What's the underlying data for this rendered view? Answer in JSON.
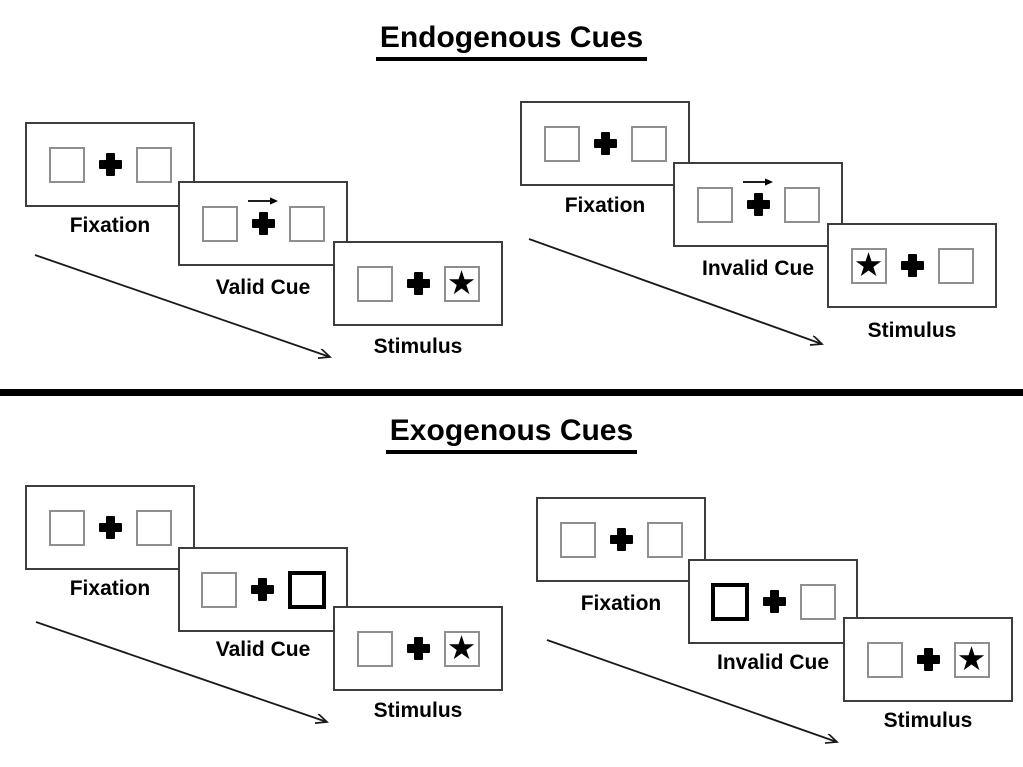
{
  "sections": [
    {
      "title": "Endogenous Cues",
      "sequences": [
        {
          "type": "valid",
          "panels": [
            {
              "label": "Fixation"
            },
            {
              "label": "Valid Cue"
            },
            {
              "label": "Stimulus"
            }
          ]
        },
        {
          "type": "invalid",
          "panels": [
            {
              "label": "Fixation"
            },
            {
              "label": "Invalid Cue"
            },
            {
              "label": "Stimulus"
            }
          ]
        }
      ]
    },
    {
      "title": "Exogenous Cues",
      "sequences": [
        {
          "type": "valid",
          "panels": [
            {
              "label": "Fixation"
            },
            {
              "label": "Valid Cue"
            },
            {
              "label": "Stimulus"
            }
          ]
        },
        {
          "type": "invalid",
          "panels": [
            {
              "label": "Fixation"
            },
            {
              "label": "Invalid Cue"
            },
            {
              "label": "Stimulus"
            }
          ]
        }
      ]
    }
  ],
  "glyphs": {
    "star": "★"
  },
  "colors": {
    "ink": "#000000",
    "panel_border": "#3d3d3d",
    "box_border": "#8f8f8f",
    "background": "#ffffff"
  }
}
